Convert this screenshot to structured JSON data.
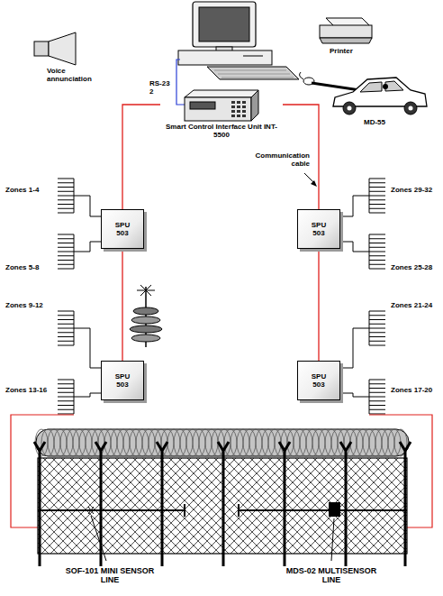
{
  "diagram": {
    "nodes": [
      {
        "text": [
          "Smart Control Interface Unit INT-5500"
        ]
      },
      {
        "text": [
          "SPU 503"
        ]
      },
      {
        "text": [
          "SPU 503"
        ]
      },
      {
        "text": [
          "SPU 503"
        ]
      },
      {
        "text": [
          "SPU 503"
        ]
      }
    ],
    "edges": [
      {
        "from": 0,
        "to": 1,
        "arrow": "none"
      },
      {
        "from": 0,
        "to": 2,
        "arrow": "none"
      },
      {
        "from": 1,
        "to": 3,
        "arrow": "none"
      },
      {
        "from": 2,
        "to": 4,
        "arrow": "none"
      }
    ],
    "labels": [
      "Voice annunciation",
      "RS-23 2",
      "Printer",
      "MD-55",
      "Communication cable",
      "Zones 1-4",
      "Zones 5-8",
      "Zones 9-12",
      "Zones 13-16",
      "Zones 29-32",
      "Zones 25-28",
      "Zones 21-24",
      "Zones 17-20",
      "SOF-101 MINI SENSOR LINE",
      "MDS-02 MULTISENSOR LINE"
    ]
  }
}
